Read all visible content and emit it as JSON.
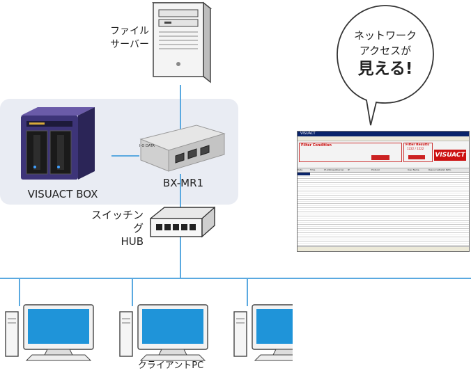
{
  "server": {
    "label_line1": "ファイル",
    "label_line2": "サーバー"
  },
  "speech_bubble": {
    "line1": "ネットワーク",
    "line2": "アクセスが",
    "line3": "見える!"
  },
  "nas": {
    "label": "VISUACT BOX"
  },
  "bx": {
    "label": "BX-MR1",
    "brand": "I-O DATA"
  },
  "switch": {
    "label_line1": "スイッチング",
    "label_line2": "HUB"
  },
  "clients": {
    "label": "クライアントPC"
  },
  "app": {
    "title": "VISUACT",
    "logo": "VISUACT",
    "filter_title": "Filter Condition",
    "filter_results": "Filter Results",
    "results_count": "1222 / 1222",
    "columns": [
      "Date",
      "Time",
      "IP Address(Source)",
      "IP Address(Destination)",
      "Protocol",
      "User Name",
      "Resource(Detail Path)"
    ],
    "colors": {
      "titlebar": "#0a246a",
      "accent": "#cc1111"
    }
  },
  "network": {
    "line_color": "#5aa9e0",
    "panel_color": "#e9ecf3"
  }
}
